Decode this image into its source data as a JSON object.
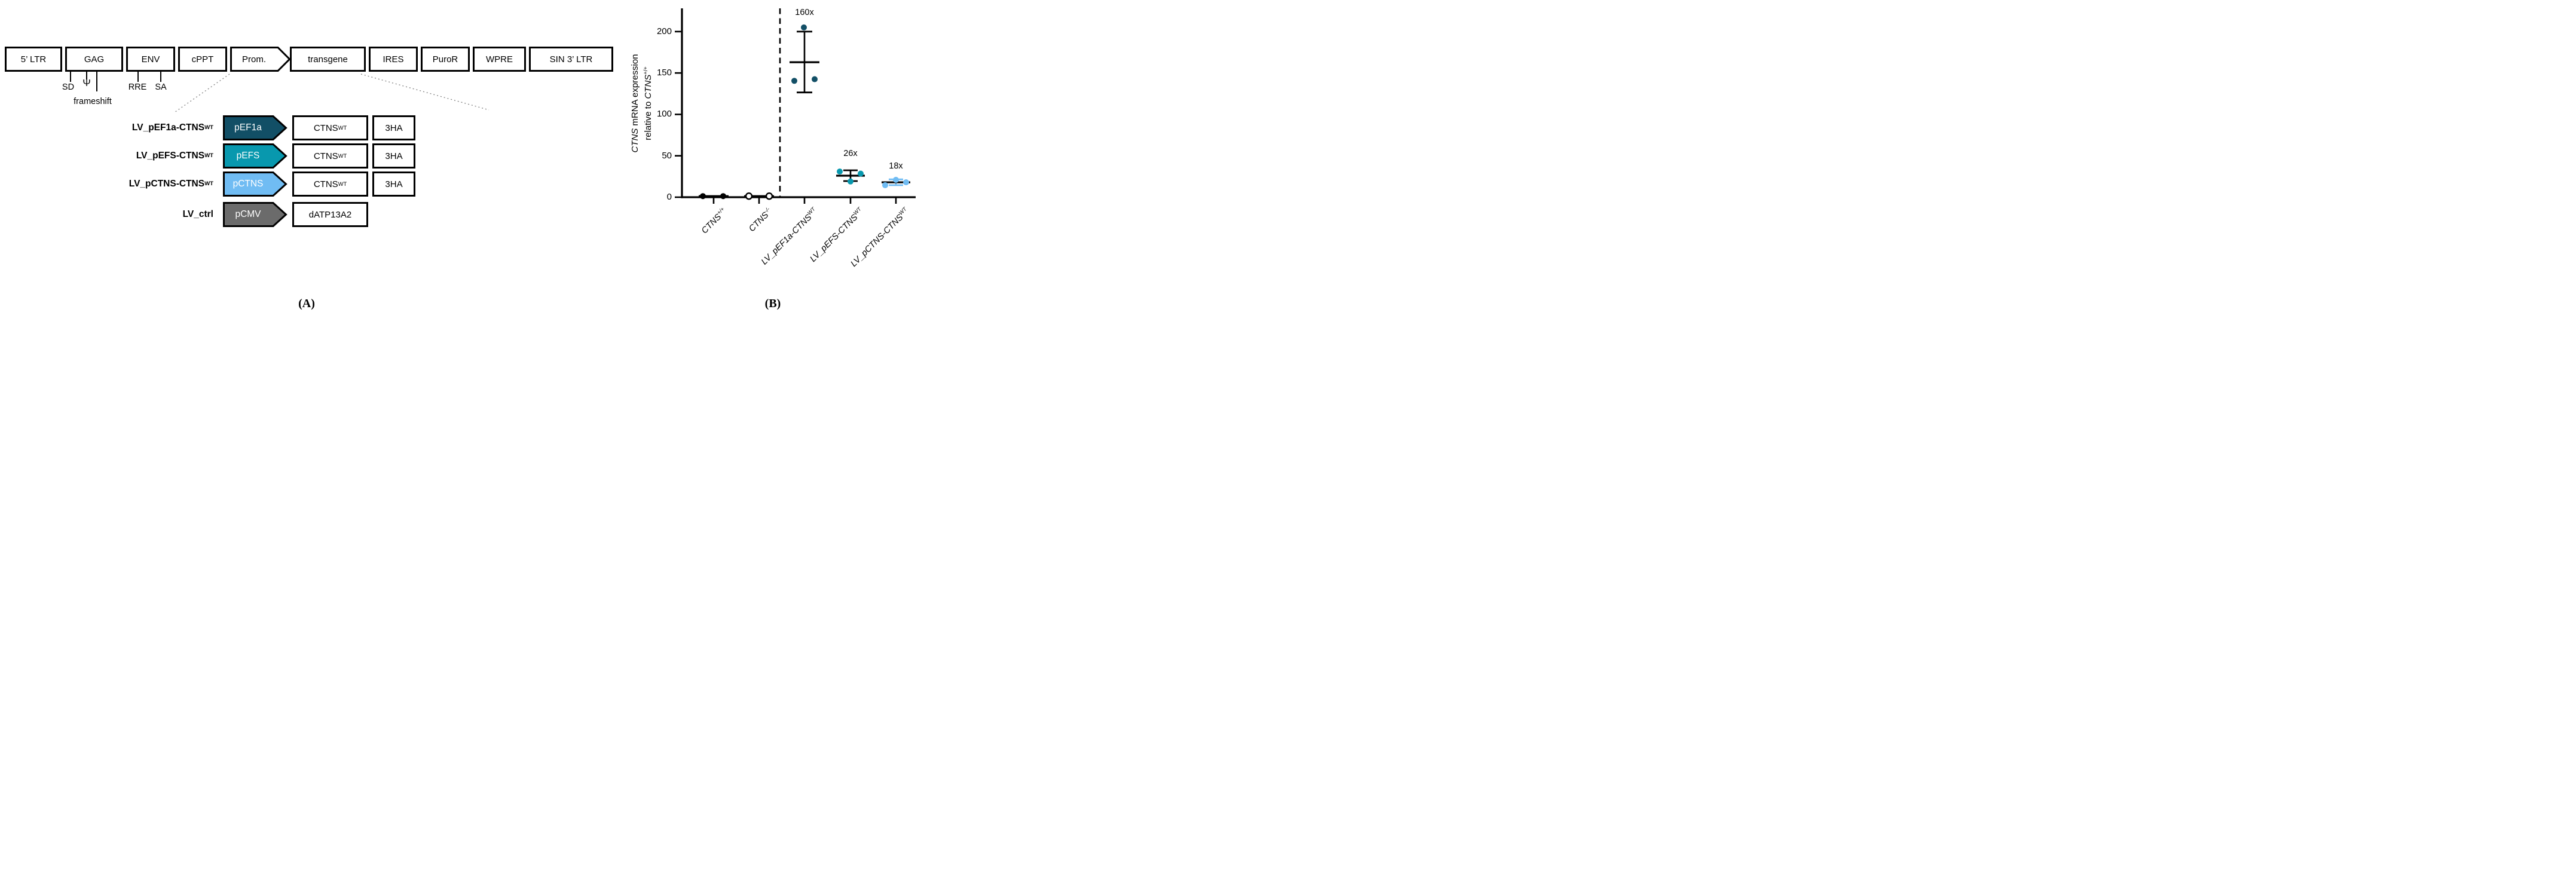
{
  "figure": {
    "panel_a_label": "(A)",
    "panel_b_label": "(B)"
  },
  "panel_a": {
    "top_row": [
      {
        "label": "5’ LTR",
        "shape": "box"
      },
      {
        "label": "GAG",
        "shape": "box"
      },
      {
        "label": "ENV",
        "shape": "box"
      },
      {
        "label": "cPPT",
        "shape": "box"
      },
      {
        "label": "Prom.",
        "shape": "arrow"
      },
      {
        "label": "transgene",
        "shape": "box"
      },
      {
        "label": "IRES",
        "shape": "box"
      },
      {
        "label": "PuroR",
        "shape": "box"
      },
      {
        "label": "WPRE",
        "shape": "box"
      },
      {
        "label": "SIN 3’ LTR",
        "shape": "box"
      }
    ],
    "gag_annotations": {
      "sd": "SD",
      "psi": "Ψ",
      "frameshift": "frameshift"
    },
    "env_annotations": {
      "rre": "RRE",
      "sa": "SA"
    },
    "constructs": [
      {
        "name_base": "LV_pEF1a-CTNS",
        "name_sup": "WT",
        "promoter": {
          "label": "pEF1a",
          "color": "#124f66"
        },
        "cargo": [
          {
            "base": "CTNS",
            "sup": "WT"
          },
          {
            "base": "3HA",
            "sup": ""
          }
        ]
      },
      {
        "name_base": "LV_pEFS-CTNS",
        "name_sup": "WT",
        "promoter": {
          "label": "pEFS",
          "color": "#0898ae"
        },
        "cargo": [
          {
            "base": "CTNS",
            "sup": "WT"
          },
          {
            "base": "3HA",
            "sup": ""
          }
        ]
      },
      {
        "name_base": "LV_pCTNS-CTNS",
        "name_sup": "WT",
        "promoter": {
          "label": "pCTNS",
          "color": "#70bcf3"
        },
        "cargo": [
          {
            "base": "CTNS",
            "sup": "WT"
          },
          {
            "base": "3HA",
            "sup": ""
          }
        ]
      },
      {
        "name_base": "LV_ctrl",
        "name_sup": "",
        "promoter": {
          "label": "pCMV",
          "color": "#6b6b6b"
        },
        "cargo": [
          {
            "base": "dATP13A2",
            "sup": ""
          }
        ]
      }
    ]
  },
  "chart_data": {
    "type": "scatter",
    "title": "",
    "xlabel": "",
    "ylabel": "CTNS mRNA expression relative to CTNS+/+",
    "ylabel_parts": {
      "line1_italic": "CTNS",
      "line1_rest": " mRNA expression",
      "line2_pre": "relative to ",
      "line2_italic": "CTNS",
      "line2_sup": "+/+"
    },
    "yticks": [
      0,
      50,
      100,
      150,
      200
    ],
    "ylim": [
      0,
      228
    ],
    "grid": false,
    "legend": "none",
    "separator_after_category_index": 1,
    "categories": [
      {
        "base": "CTNS",
        "sup": "+/+"
      },
      {
        "base": "CTNS",
        "sup": "-/-"
      },
      {
        "base": "LV_pEF1a-CTNS",
        "sup": "WT"
      },
      {
        "base": "LV_pEFS-CTNS",
        "sup": "WT"
      },
      {
        "base": "LV_pCTNS-CTNS",
        "sup": "WT"
      }
    ],
    "groups": [
      {
        "name": "CTNS+/+",
        "color": "#000000",
        "open": false,
        "points": [
          {
            "dx": -18,
            "v": 1.3
          },
          {
            "dx": 16,
            "v": 1.3
          }
        ],
        "mean": 1.3,
        "mean_half": 25,
        "err": null,
        "annotation": null
      },
      {
        "name": "CTNS-/-",
        "color": "#000000",
        "open": true,
        "points": [
          {
            "dx": -17,
            "v": 1.3
          },
          {
            "dx": 17,
            "v": 1.3
          }
        ],
        "mean": 1.3,
        "mean_half": 25,
        "err": null,
        "annotation": null
      },
      {
        "name": "LV_pEF1a-CTNSWT",
        "color": "#124f66",
        "open": false,
        "points": [
          {
            "dx": -1,
            "v": 205
          },
          {
            "dx": -17,
            "v": 140.5
          },
          {
            "dx": 17,
            "v": 142.5
          }
        ],
        "mean": 163,
        "mean_half": 25,
        "err": {
          "high": 200,
          "low": 126.5,
          "cap_half": 13,
          "color": "#000000"
        },
        "annotation": {
          "text": "160x",
          "v": 222
        }
      },
      {
        "name": "LV_pEFS-CTNSWT",
        "color": "#0898ae",
        "open": false,
        "points": [
          {
            "dx": -18,
            "v": 31
          },
          {
            "dx": 17,
            "v": 28.5
          },
          {
            "dx": 0,
            "v": 19
          }
        ],
        "mean": 26,
        "mean_half": 24,
        "err": {
          "high": 32.5,
          "low": 19.5,
          "cap_half": 12,
          "color": "#000000"
        },
        "annotation": {
          "text": "26x",
          "v": 52
        }
      },
      {
        "name": "LV_pCTNS-CTNSWT",
        "color": "#70bcf3",
        "open": false,
        "points": [
          {
            "dx": -18,
            "v": 14.5
          },
          {
            "dx": 0,
            "v": 21
          },
          {
            "dx": 17,
            "v": 18
          }
        ],
        "mean": 18,
        "mean_half": 24,
        "err": {
          "high": 21.5,
          "low": 14.5,
          "cap_half": 12,
          "color": "#70bcf3"
        },
        "annotation": {
          "text": "18x",
          "v": 37
        }
      }
    ]
  }
}
